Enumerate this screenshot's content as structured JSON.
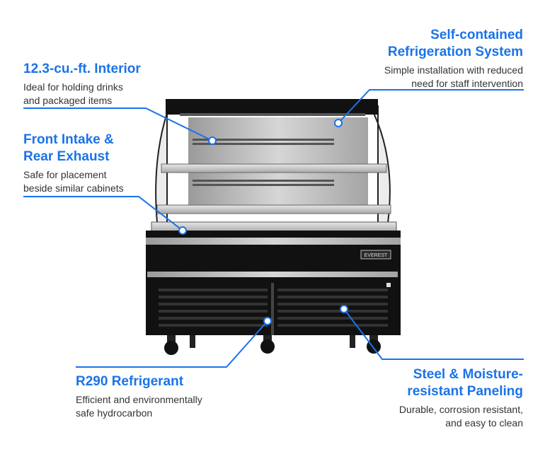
{
  "colors": {
    "accent": "#1a73e8",
    "text": "#333333",
    "cabinet": "#111111",
    "steel": "#b8b8b8"
  },
  "brand_plate": "EVEREST",
  "callouts": {
    "interior": {
      "title": "12.3-cu.-ft. Interior",
      "desc": "Ideal for holding drinks\nand packaged items"
    },
    "intake": {
      "title": "Front Intake &\nRear Exhaust",
      "desc": "Safe for placement\nbeside similar cabinets"
    },
    "refrigeration": {
      "title": "Self-contained\nRefrigeration System",
      "desc": "Simple installation with reduced\nneed for staff intervention"
    },
    "refrigerant": {
      "title": "R290 Refrigerant",
      "desc": "Efficient and environmentally\nsafe hydrocarbon"
    },
    "paneling": {
      "title": "Steel & Moisture-\nresistant Paneling",
      "desc": "Durable, corrosion resistant,\nand easy to clean"
    }
  }
}
